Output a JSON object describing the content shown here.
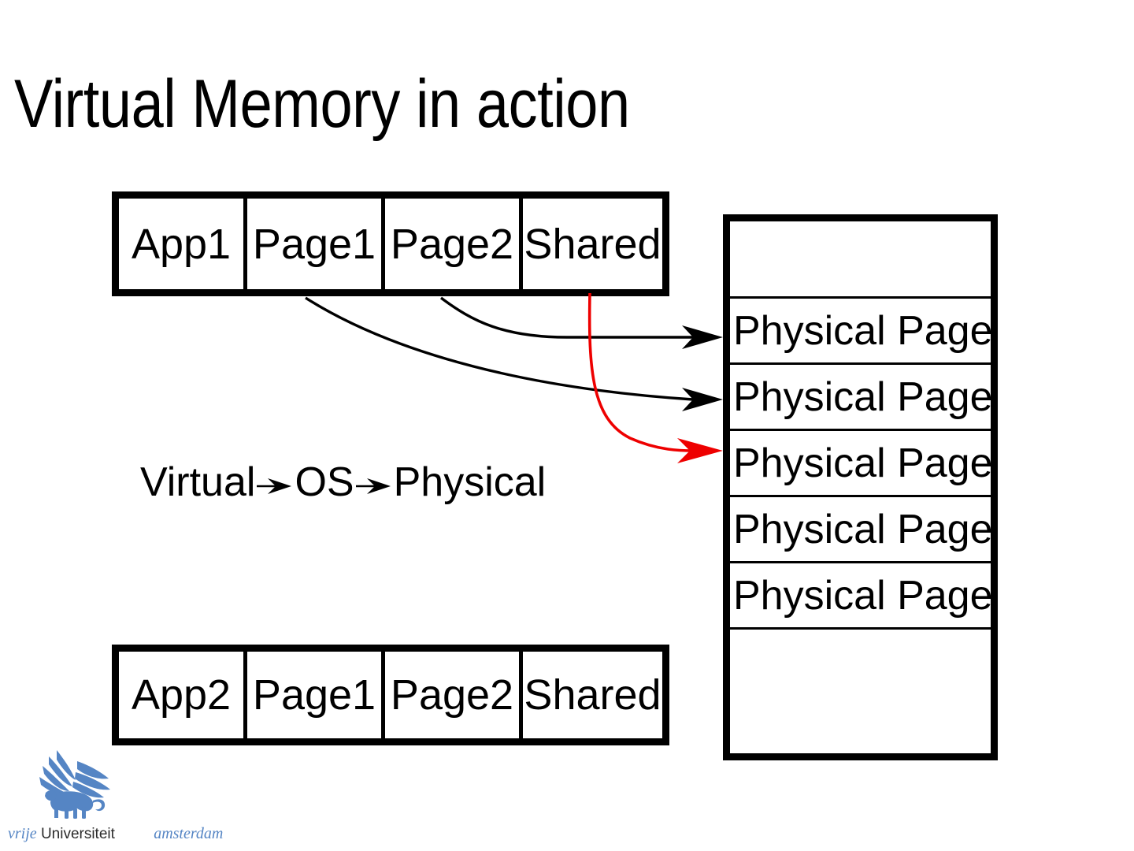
{
  "slide": {
    "title": "Virtual Memory in action",
    "background_color": "#ffffff",
    "text_color": "#000000"
  },
  "app1": {
    "label": "App1",
    "cells": [
      "App1",
      "Page1",
      "Page2",
      "Shared"
    ]
  },
  "app2": {
    "label": "App2",
    "cells": [
      "App2",
      "Page1",
      "Page2",
      "Shared"
    ]
  },
  "physical_memory": {
    "slots": [
      {
        "label": "",
        "empty": true
      },
      {
        "label": "Physical Page",
        "empty": false
      },
      {
        "label": "Physical Page",
        "empty": false
      },
      {
        "label": "Physical Page",
        "empty": false
      },
      {
        "label": "Physical Page",
        "empty": false
      },
      {
        "label": "Physical Page",
        "empty": false
      },
      {
        "label": "",
        "empty": true
      }
    ]
  },
  "mapping_legend": {
    "virtual": "Virtual",
    "arrow1": "➤",
    "os": "OS",
    "arrow2": "➤",
    "physical": "Physical"
  },
  "mappings": [
    {
      "from": "Page1",
      "to": "Physical Page 2",
      "color": "#000000"
    },
    {
      "from": "Page2",
      "to": "Physical Page 1",
      "color": "#000000"
    },
    {
      "from": "Shared",
      "to": "Physical Page 3",
      "color": "#ee0000"
    }
  ],
  "logo": {
    "vrije": "vrije",
    "universiteit": "Universiteit",
    "amsterdam": "amsterdam",
    "brand_color": "#5585c4",
    "wordmark_dark": "#2b2b2b"
  }
}
